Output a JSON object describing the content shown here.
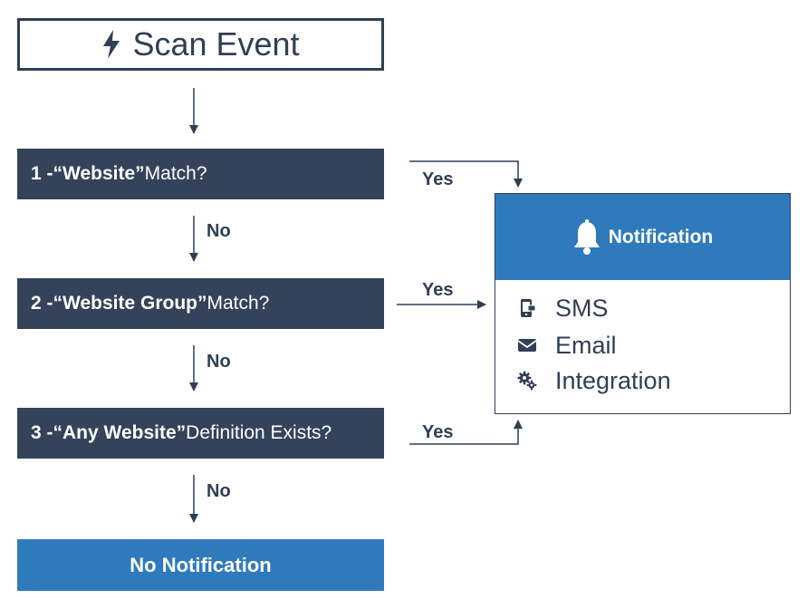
{
  "scan_event": {
    "label": "Scan Event",
    "icon": "lightning-bolt-icon"
  },
  "steps": [
    {
      "number": "1 - ",
      "quoted": "“Website”",
      "rest": " Match?"
    },
    {
      "number": "2 - ",
      "quoted": "“Website Group”",
      "rest": " Match?"
    },
    {
      "number": "3 - ",
      "quoted": "“Any Website”",
      "rest": " Definition Exists?"
    }
  ],
  "no_notification": "No Notification",
  "notification": {
    "title": "Notification",
    "icon": "bell-icon",
    "channels": [
      {
        "label": "SMS",
        "icon": "mobile-phone-icon"
      },
      {
        "label": "Email",
        "icon": "envelope-icon"
      },
      {
        "label": "Integration",
        "icon": "gears-icon"
      }
    ]
  },
  "connectors": {
    "yes_label": "Yes",
    "no_label": "No"
  },
  "colors": {
    "dark_navy": "#34435a",
    "accent_blue": "#2f7abc",
    "outline": "#2f3f55",
    "background": "#ffffff"
  }
}
